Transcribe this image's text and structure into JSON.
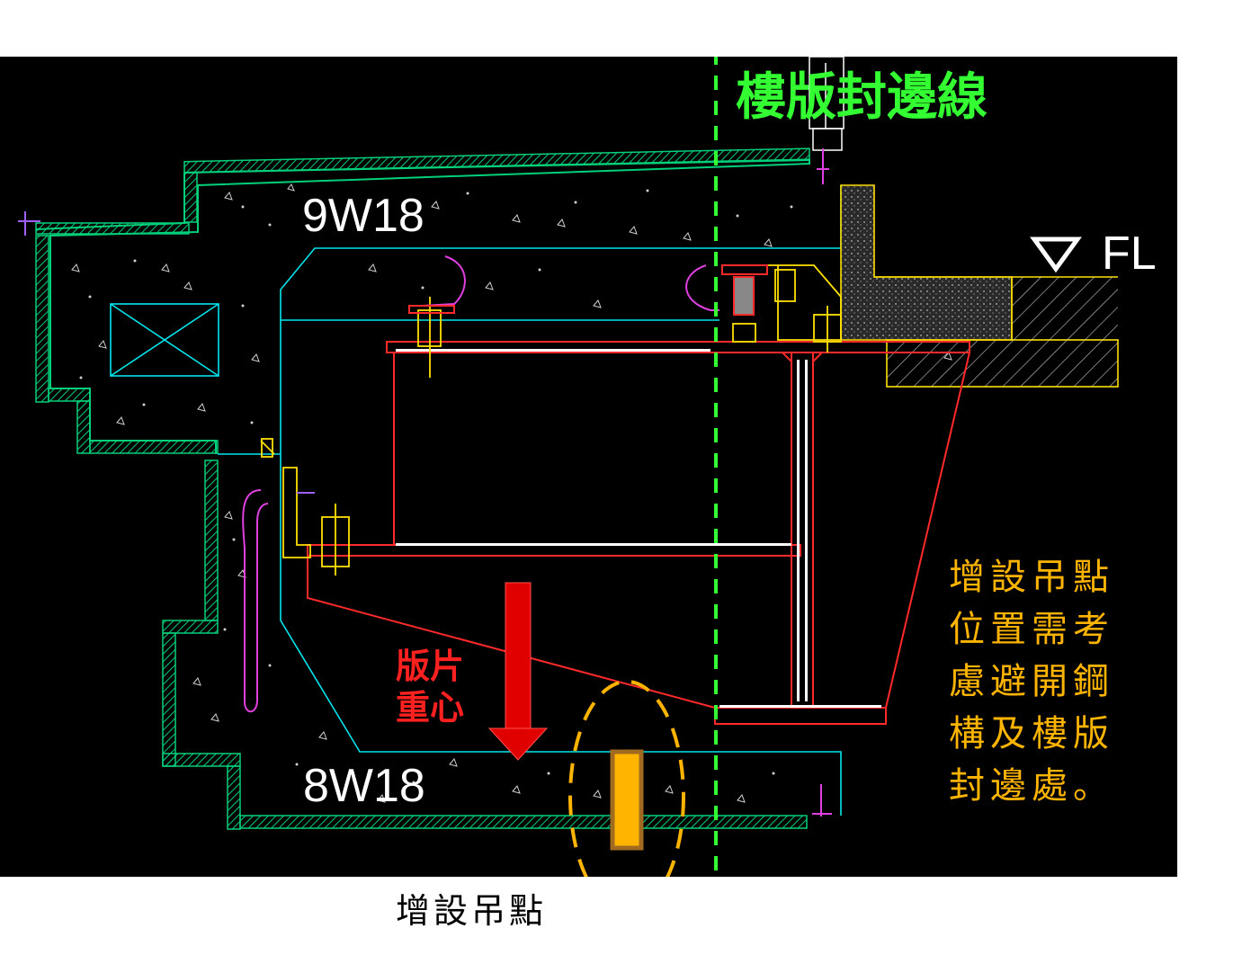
{
  "labels": {
    "title": "樓版封邊線",
    "beam_top": "9W18",
    "beam_bottom": "8W18",
    "floor_level": "FL",
    "cog_line1": "版片",
    "cog_line2": "重心",
    "note_lines": [
      "增設吊點",
      "位置需考",
      "慮避開鋼",
      "構及樓版",
      "封邊處。"
    ],
    "caption": "增設吊點"
  },
  "colors": {
    "background": "#000000",
    "page": "#ffffff",
    "slab_edge_line": "#33ff33",
    "concrete_outline": "#00d07a",
    "inner_outline": "#00e5ee",
    "steel": "#ff2a2a",
    "brackets": "#ffe000",
    "rebar": "#e040e0",
    "lifting_point": "#ffb400",
    "note_text": "#ffb400"
  },
  "icons": [
    "floor-level-triangle-icon",
    "center-of-gravity-arrow-icon",
    "lifting-point-marker-icon"
  ]
}
